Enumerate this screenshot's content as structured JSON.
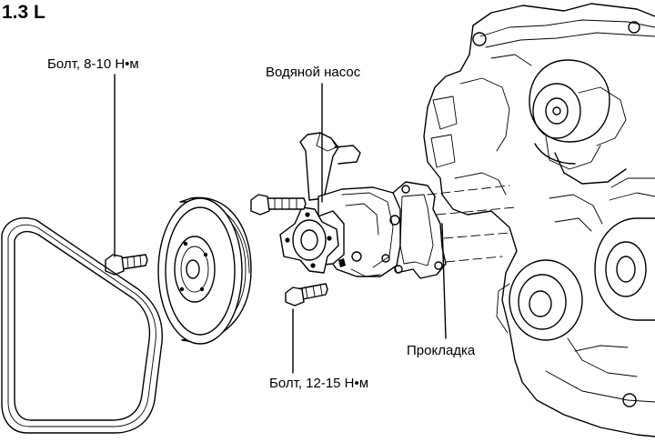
{
  "title": "1.3 L",
  "labels": {
    "bolt_top": "Болт, 8-10 Н•м",
    "water_pump": "Водяной насос",
    "gasket": "Прокладка",
    "bolt_bottom": "Болт, 12-15 Н•м"
  }
}
